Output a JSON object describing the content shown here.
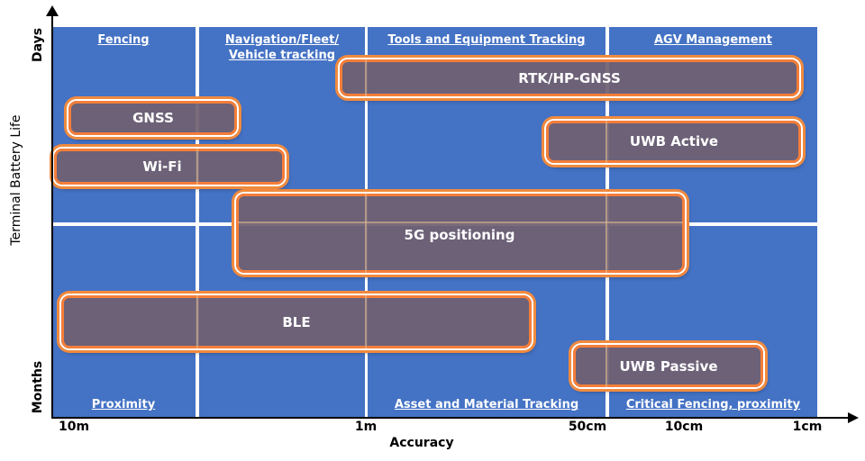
{
  "colors": {
    "region": "#4472c4",
    "box_fill": "#706070",
    "box_border": "#f47e3a"
  },
  "regions_top": [
    {
      "label": "Fencing"
    },
    {
      "label": "Navigation/Fleet/",
      "label2": "Vehicle tracking"
    },
    {
      "label": "Tools and Equipment Tracking"
    },
    {
      "label": "AGV Management"
    }
  ],
  "regions_bottom": [
    {
      "label": "Proximity"
    },
    {
      "label": ""
    },
    {
      "label": "Asset and Material Tracking"
    },
    {
      "label": "Critical Fencing, proximity"
    }
  ],
  "technologies": [
    {
      "label": "RTK/HP-GNSS"
    },
    {
      "label": "GNSS"
    },
    {
      "label": "UWB Active"
    },
    {
      "label": "Wi-Fi"
    },
    {
      "label": "5G positioning"
    },
    {
      "label": "BLE"
    },
    {
      "label": "UWB Passive"
    }
  ],
  "x_axis": {
    "title": "Accuracy",
    "ticks": [
      "10m",
      "1m",
      "50cm",
      "10cm",
      "1cm"
    ]
  },
  "y_axis": {
    "title": "Terminal Battery Life",
    "top_label": "Days",
    "bottom_label": "Months"
  }
}
